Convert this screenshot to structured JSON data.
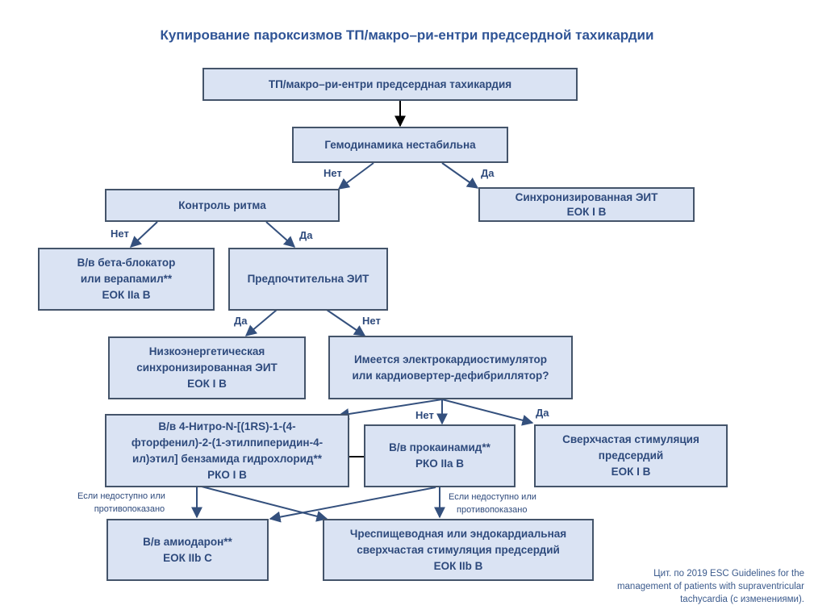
{
  "title": "Купирование пароксизмов ТП/макро–ри-ентри предсердной тахикардии",
  "nodes": {
    "root": {
      "lines": [
        "ТП/макро–ри-ентри предсердная тахикардия"
      ]
    },
    "hemo": {
      "lines": [
        "Гемодинамика нестабильна"
      ]
    },
    "rhythm": {
      "lines": [
        "Контроль ритма"
      ]
    },
    "sync_eit": {
      "lines": [
        "Синхронизированная ЭИТ",
        "ЕОК I B"
      ]
    },
    "beta": {
      "lines": [
        "В/в бета-блокатор",
        "или верапамил**",
        "ЕОК IIa B"
      ]
    },
    "pref_eit": {
      "lines": [
        "Предпочтительна ЭИТ"
      ]
    },
    "low_energy": {
      "lines": [
        "Низкоэнергетическая",
        "синхронизированная ЭИТ",
        "ЕОК I B"
      ]
    },
    "pacemaker": {
      "lines": [
        "Имеется электрокардиостимулятор",
        "или кардиовертер-дефибриллятор?"
      ]
    },
    "nitro": {
      "lines": [
        "В/в 4-Нитро-N-[(1RS)-1-(4-",
        "фторфенил)-2-(1-этилпиперидин-4-",
        "ил)этил] бензамида гидрохлорид**",
        "РКО I B"
      ]
    },
    "procainamide": {
      "lines": [
        "В/в прокаинамид**",
        "РКО IIa B"
      ]
    },
    "overdrive": {
      "lines": [
        "Сверхчастая стимуляция",
        "предсердий",
        "ЕОК I B"
      ]
    },
    "amiodarone": {
      "lines": [
        "В/в амиодарон**",
        "ЕОК IIb C"
      ]
    },
    "transesoph": {
      "lines": [
        "Чреспищеводная или эндокардиальная",
        "сверхчастая стимуляция предсердий",
        "ЕОК IIb B"
      ]
    }
  },
  "edge_labels": {
    "hemo_no": "Нет",
    "hemo_yes": "Да",
    "rhythm_no": "Нет",
    "rhythm_yes": "Да",
    "pref_yes": "Да",
    "pref_no": "Нет",
    "pace_no": "Нет",
    "pace_yes": "Да"
  },
  "notes": {
    "left": [
      "Если недоступно или",
      "противопоказано"
    ],
    "right": [
      "Если недоступно или",
      "противопоказано"
    ]
  },
  "citation": [
    "Цит. по 2019 ESC Guidelines for the",
    "management of patients with supraventricular",
    "tachycardia (с изменениями)."
  ],
  "colors": {
    "box_fill": "#dae3f3",
    "box_border": "#44546a",
    "text": "#2e4a7c",
    "title": "#2f5496",
    "arrow": "#34507d"
  }
}
